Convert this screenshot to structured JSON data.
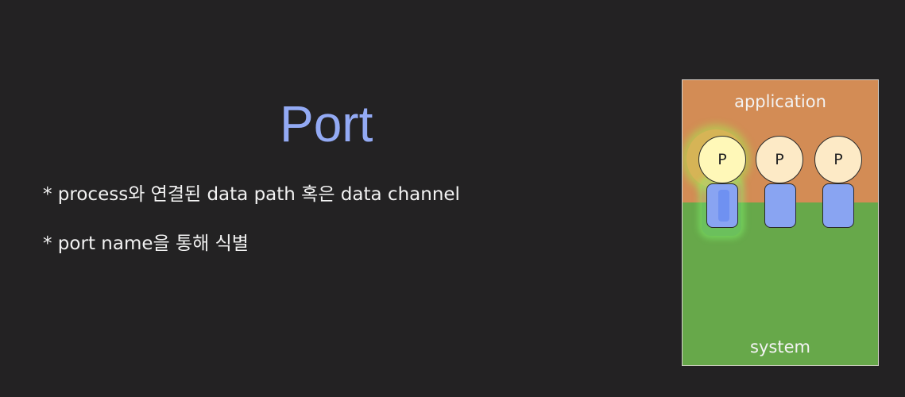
{
  "slide": {
    "title": "Port",
    "bullets": [
      "* process와 연결된 data path 혹은 data channel",
      "* port name을 통해 식별"
    ]
  },
  "diagram": {
    "top_layer_label": "application",
    "bottom_layer_label": "system",
    "processes": [
      {
        "label": "P",
        "highlighted": true
      },
      {
        "label": "P",
        "highlighted": false
      },
      {
        "label": "P",
        "highlighted": false
      }
    ]
  },
  "colors": {
    "background": "#232223",
    "title": "#93aaf4",
    "application_layer": "#d38c55",
    "system_layer": "#67a84a",
    "process_fill": "#fdeac6",
    "port_fill": "#89a4f2",
    "highlight": "#a8ff60"
  }
}
